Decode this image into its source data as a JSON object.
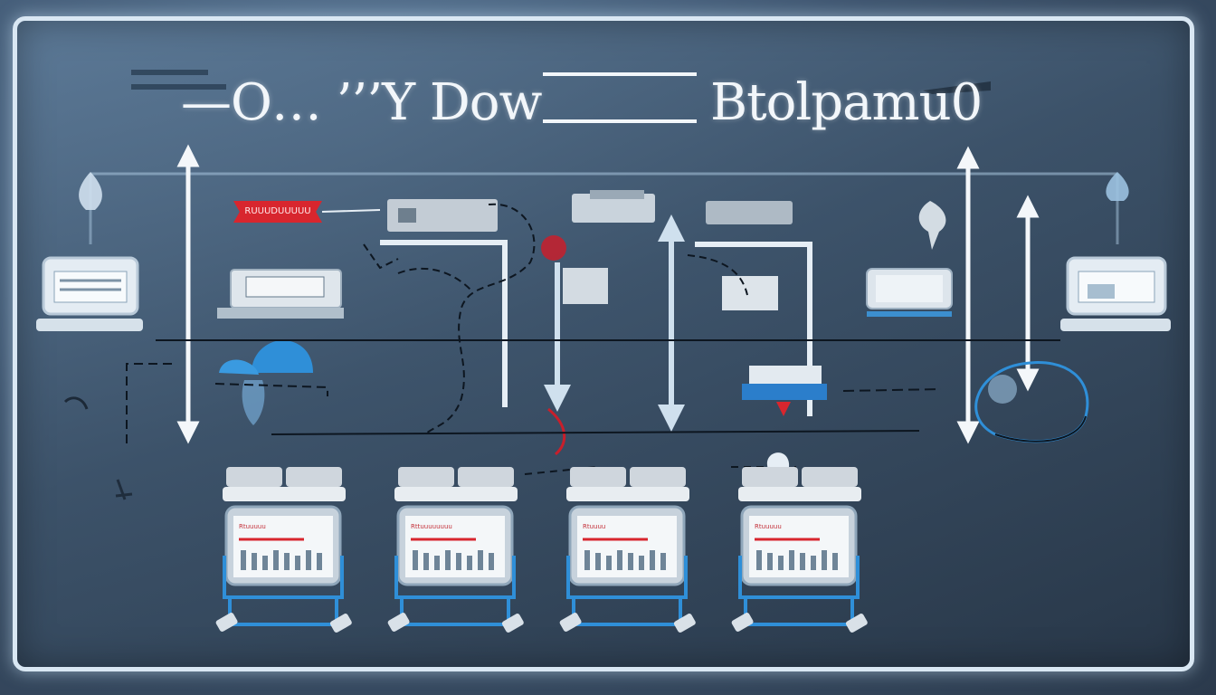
{
  "header": {
    "title_left": "—O… ’’’Y Dow",
    "title_right": "Btolpamu0"
  },
  "tag": {
    "label": "RUUUDUUUUU"
  },
  "cards": [
    {
      "label": "Rtuuuuu"
    },
    {
      "label": "Rttuuuuuuuu"
    },
    {
      "label": "Rtuuuu"
    },
    {
      "label": "Rtuuuuu"
    }
  ],
  "colors": {
    "frame": "#d9e7f3",
    "accent_blue": "#2f8fd8",
    "accent_red": "#d8262e",
    "line_white": "#f4f7fa",
    "line_dark": "#0d1620"
  },
  "icons": {
    "arrows": "double-arrow-icon",
    "printers": "printer-icon",
    "cards": "computer-terminal-icon",
    "pins": "pin-icon"
  }
}
